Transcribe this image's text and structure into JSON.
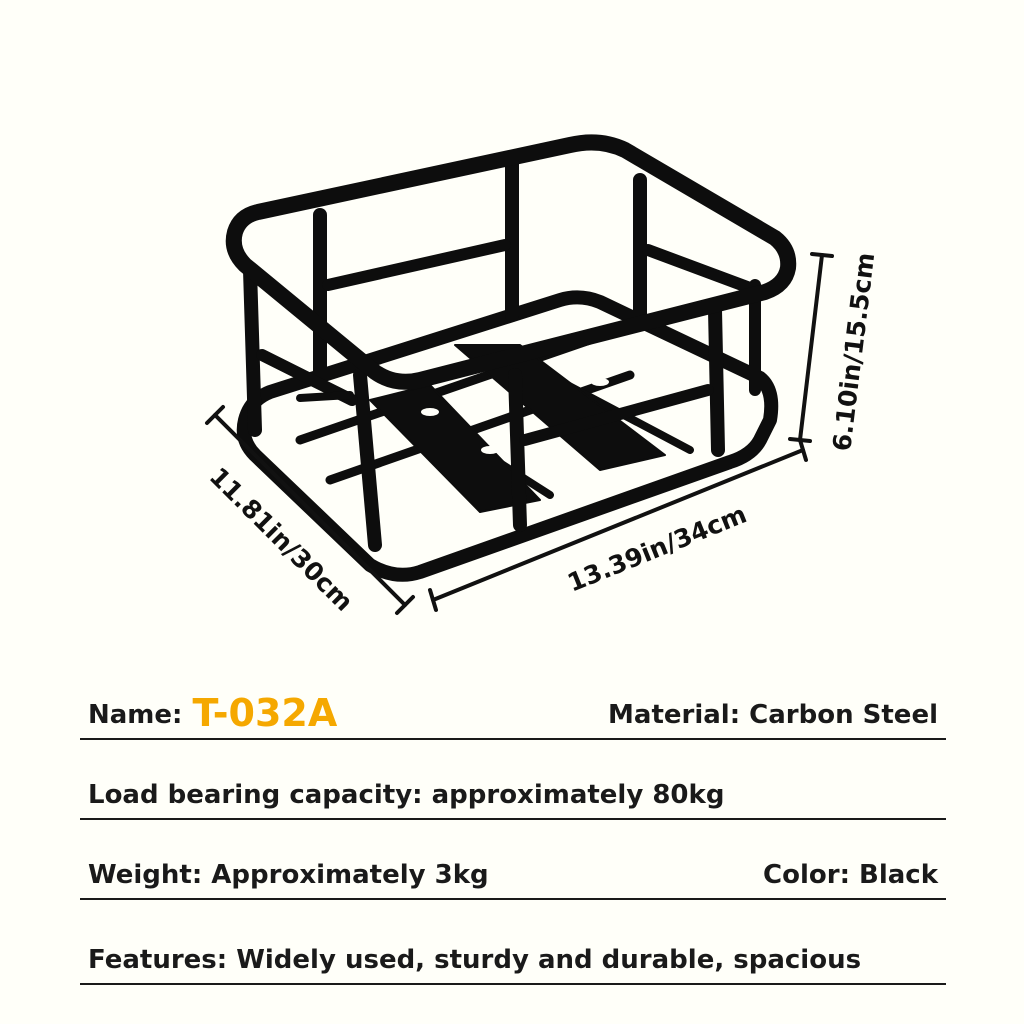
{
  "dimensions": {
    "depth": "11.81in/30cm",
    "width": "13.39in/34cm",
    "height": "6.10in/15.5cm"
  },
  "specs": {
    "name_label": "Name:",
    "name_value": "T-032A",
    "material": "Material: Carbon Steel",
    "load": "Load bearing capacity: approximately 80kg",
    "weight": "Weight: Approximately 3kg",
    "color": "Color: Black",
    "features": "Features: Widely used, sturdy and durable, spacious"
  },
  "colors": {
    "accent": "#f5a800",
    "frame": "#0d0d0d",
    "background": "#fffff9"
  }
}
